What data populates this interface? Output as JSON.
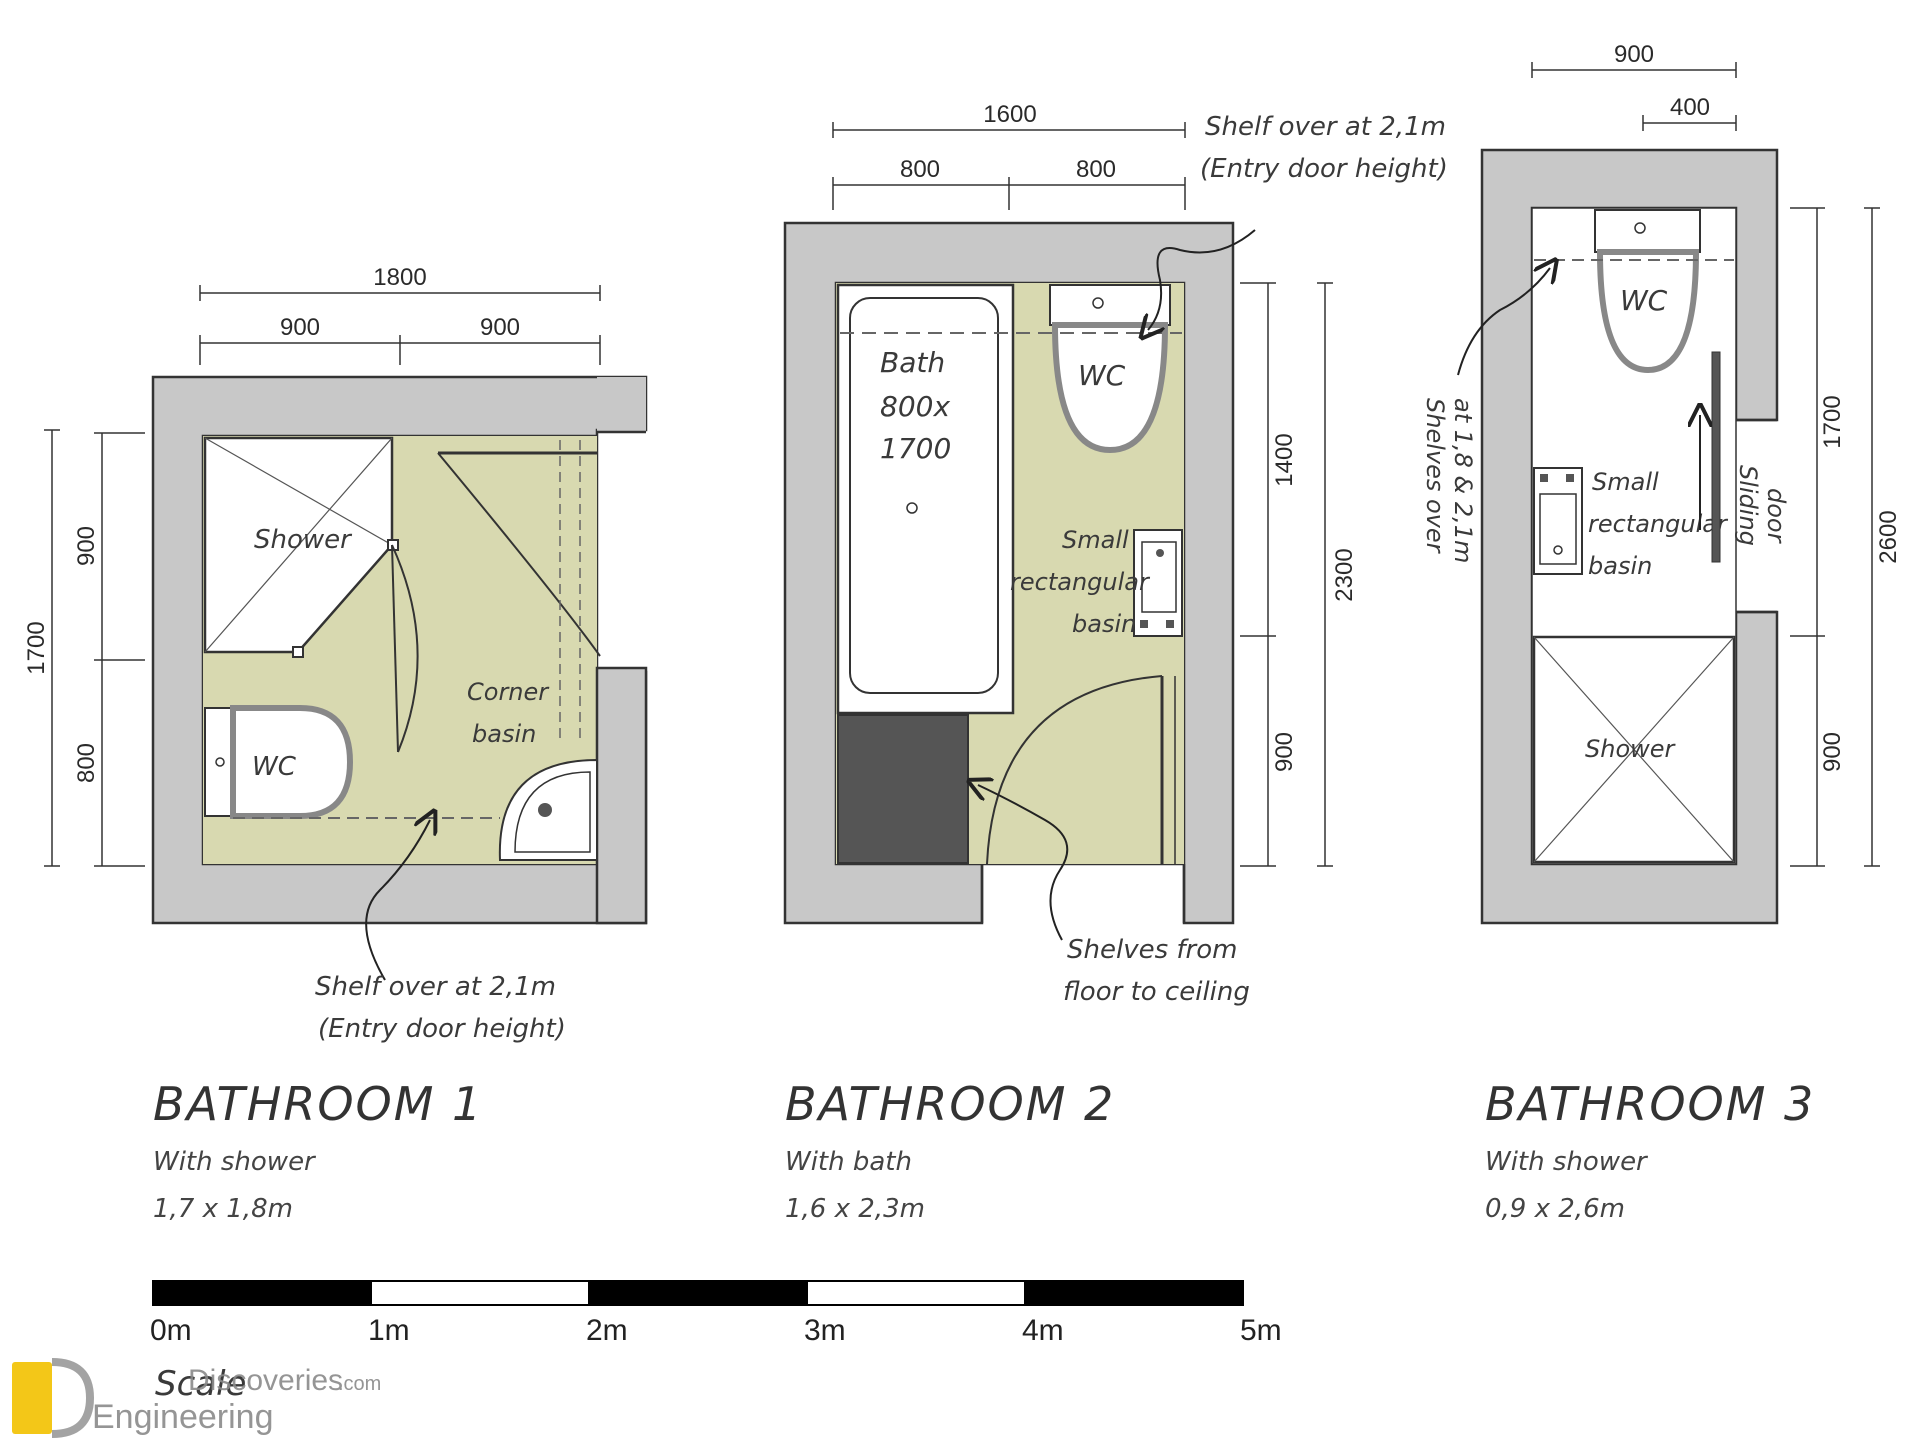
{
  "colors": {
    "wall": "#c8c8c8",
    "floor": "#d8d9b0",
    "fixture": "#ffffff",
    "dark": "#555555",
    "line": "#333333"
  },
  "bathroom1": {
    "dim_total_w": "1800",
    "dim_w1": "900",
    "dim_w2": "900",
    "dim_total_h": "1700",
    "dim_h1": "900",
    "dim_h2": "800",
    "shower": "Shower",
    "wc": "WC",
    "corner_basin_1": "Corner",
    "corner_basin_2": "basin",
    "note_1": "Shelf over at 2,1m",
    "note_2": "(Entry door height)",
    "title": "BATHROOM 1",
    "subtitle": "With shower",
    "size": "1,7 x 1,8m"
  },
  "bathroom2": {
    "dim_total_w": "1600",
    "dim_w1": "800",
    "dim_w2": "800",
    "dim_total_h": "2300",
    "dim_h1": "1400",
    "dim_h2": "900",
    "bath_1": "Bath",
    "bath_2": "800x",
    "bath_3": "1700",
    "wc": "WC",
    "basin_1": "Small",
    "basin_2": "rectangular",
    "basin_3": "basin",
    "note_top_1": "Shelf over at 2,1m",
    "note_top_2": "(Entry door height)",
    "note_bottom_1": "Shelves from",
    "note_bottom_2": "floor to ceiling",
    "title": "BATHROOM 2",
    "subtitle": "With bath",
    "size": "1,6 x 2,3m"
  },
  "bathroom3": {
    "dim_total_w": "900",
    "dim_w1": "400",
    "dim_total_h": "2600",
    "dim_h1": "1700",
    "dim_h2": "900",
    "wc": "WC",
    "basin_1": "Small",
    "basin_2": "rectangular",
    "basin_3": "basin",
    "sliding_1": "Sliding",
    "sliding_2": "door",
    "shower": "Shower",
    "note_1": "Shelves over",
    "note_2": "at 1,8 & 2,1m",
    "title": "BATHROOM 3",
    "subtitle": "With shower",
    "size": "0,9 x 2,6m"
  },
  "scale": {
    "labels": [
      "0m",
      "1m",
      "2m",
      "3m",
      "4m",
      "5m"
    ],
    "caption": "Scale"
  },
  "watermark": {
    "line1": "Discoveries",
    "domain": ".com",
    "line2": "Engineering",
    "logo": "ED"
  }
}
